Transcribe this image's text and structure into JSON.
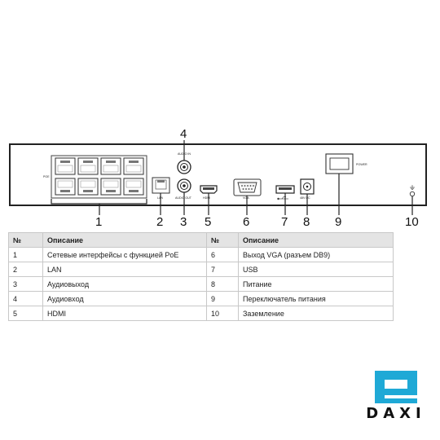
{
  "panel": {
    "labels": {
      "poe": "POE",
      "lan": "LAN",
      "audio_in": "AUDIO IN",
      "audio_out": "AUDIO OUT",
      "hdmi": "HDMI",
      "vga": "VGA",
      "usb_icon": "usb-icon",
      "dc": "48V DC",
      "power": "POWER",
      "ground_icon": "ground-icon"
    },
    "callouts": [
      "1",
      "2",
      "3",
      "4",
      "5",
      "6",
      "7",
      "8",
      "9",
      "10"
    ]
  },
  "table": {
    "headers": [
      "№",
      "Описание",
      "№",
      "Описание"
    ],
    "rows": [
      [
        "1",
        "Сетевые интерфейсы с функцией PoE",
        "6",
        "Выход VGA (разъем DB9)"
      ],
      [
        "2",
        "LAN",
        "7",
        "USB"
      ],
      [
        "3",
        "Аудиовыход",
        "8",
        "Питание"
      ],
      [
        "4",
        "Аудиовход",
        "9",
        "Переключатель питания"
      ],
      [
        "5",
        "HDMI",
        "10",
        "Заземление"
      ]
    ]
  },
  "logo": {
    "text": "DAXI",
    "colors": {
      "cyan": "#1fa9d6",
      "dark": "#111111"
    }
  }
}
